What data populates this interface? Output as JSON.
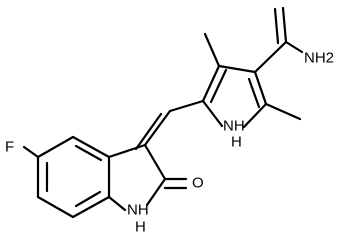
{
  "diagram": {
    "type": "skeletal-structure",
    "colors": {
      "background": "#ffffff",
      "ink": "#000000"
    },
    "atom_labels": {
      "fluorine": "F",
      "ketone_oxygen": "O",
      "indole_nh": "NH",
      "indole_h": "H",
      "pyrrole_nh": "NH",
      "pyrrole_h": "H",
      "amide_nh2": "NH2"
    }
  }
}
